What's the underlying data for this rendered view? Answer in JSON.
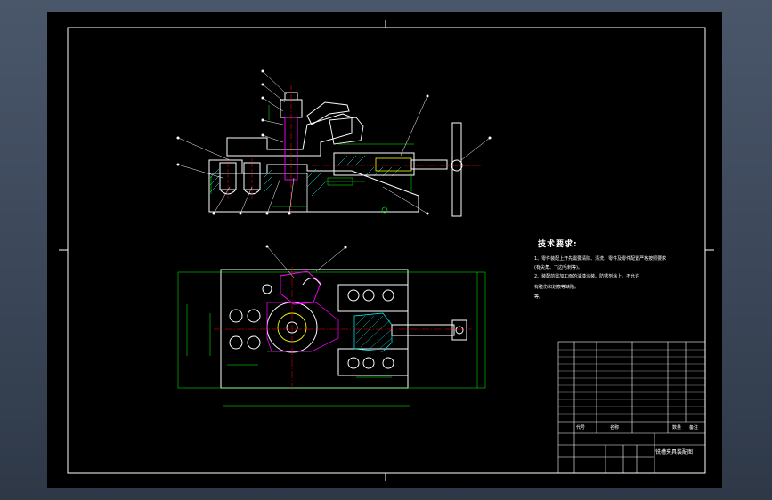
{
  "colors": {
    "background": "#3a4656",
    "sheet": "#000000",
    "outline": "#ffffff",
    "dimension": "#00ff00",
    "centerline": "#ff0000",
    "hatch": "#00ffff",
    "part": "#ff00ff",
    "leader": "#ffff00"
  },
  "tech_requirements": {
    "title": "技术要求:",
    "lines": [
      "1、零件装配上开先需要清除、清洗、零件及零件配置严格按照要求",
      "(有尖角、飞边毛刺等)。",
      "2、装配前需加工面的油漆涂装。防锈剂涂上。不允许",
      "有碰伤和划痕等缺陷。",
      "等。"
    ]
  },
  "title_block": {
    "drawing_name": "铣槽夹具装配图",
    "labels": [
      "代号",
      "名称",
      "数量",
      "备注"
    ]
  },
  "icons": [
    "leader-bubble-icon",
    "centerline-cross-icon",
    "handle-knob-icon"
  ]
}
